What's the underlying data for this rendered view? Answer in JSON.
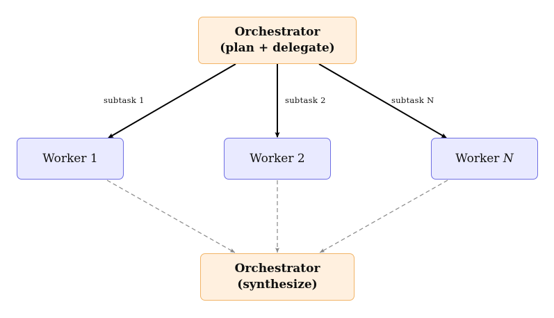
{
  "diagram": {
    "top_node": {
      "line1": "Orchestrator",
      "line2": "(plan + delegate)"
    },
    "workers": [
      {
        "text": "Worker 1",
        "suffix": ""
      },
      {
        "text": "Worker 2",
        "suffix": ""
      },
      {
        "text": "Worker ",
        "suffix": "N"
      }
    ],
    "bottom_node": {
      "line1": "Orchestrator",
      "line2": "(synthesize)"
    },
    "edge_labels": [
      "subtask 1",
      "subtask 2",
      "subtask N"
    ],
    "colors": {
      "orchestrator_fill": "#fff0df",
      "orchestrator_border": "#f2b466",
      "worker_fill": "#e9eaff",
      "worker_border": "#6d6de3",
      "delegate_arrow": "#000000",
      "return_arrow": "#888888"
    }
  }
}
